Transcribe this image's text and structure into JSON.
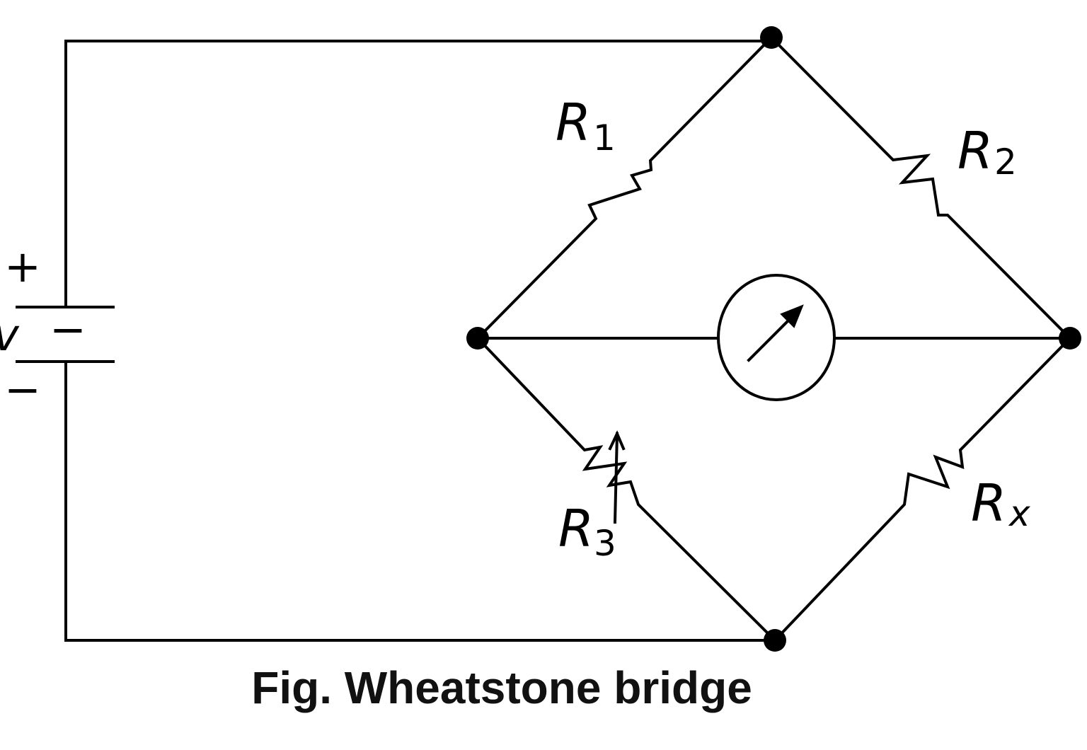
{
  "labels": {
    "r1": "R",
    "r1_sub": "1",
    "r2": "R",
    "r2_sub": "2",
    "r3": "R",
    "r3_sub": "3",
    "rx": "R",
    "rx_sub": "x",
    "plus": "+",
    "minus_in": "−",
    "minus_out": "−",
    "source": "v"
  },
  "caption": "Fig. Wheatstone bridge",
  "colors": {
    "line": "#000000",
    "background": "#ffffff"
  }
}
